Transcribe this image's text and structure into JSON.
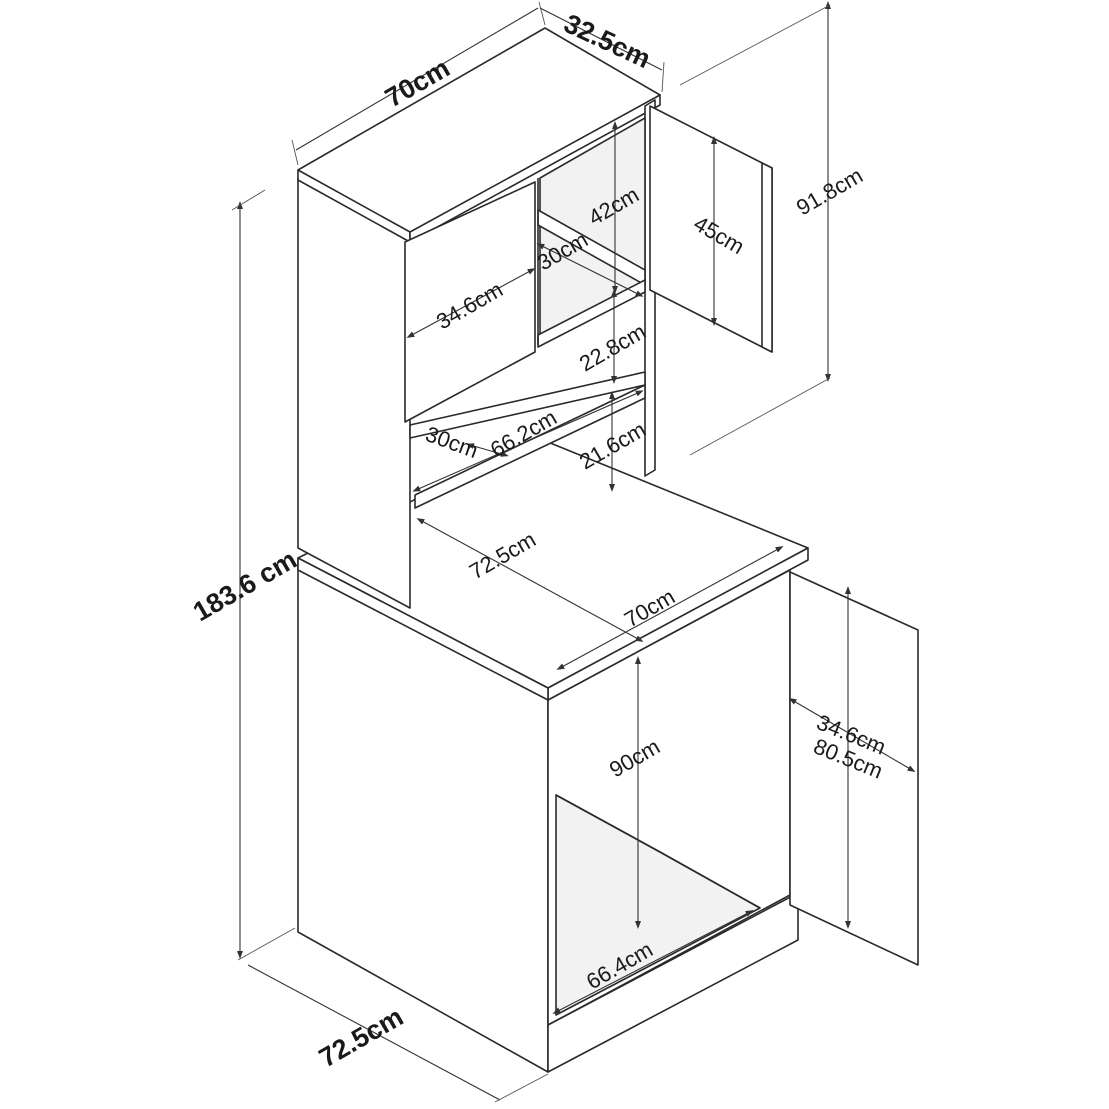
{
  "dimensions": {
    "top_width": "70cm",
    "top_depth": "32.5cm",
    "upper_height": "91.8cm",
    "total_height": "183.6 cm",
    "base_width": "72.5cm",
    "upper_inner_height": "42cm",
    "upper_shelf_depth": "30cm",
    "upper_door_height": "45cm",
    "upper_door_width": "34.6cm",
    "shelf_gap_1": "22.8cm",
    "lower_shelf_depth": "30cm",
    "inner_width": "66.2cm",
    "shelf_gap_2": "21.6cm",
    "worktop_width": "72.5cm",
    "worktop_depth": "70cm",
    "base_inner_height": "90cm",
    "base_door_width": "34.6cm",
    "base_door_height": "80.5cm",
    "base_inner_width": "66.4cm"
  }
}
